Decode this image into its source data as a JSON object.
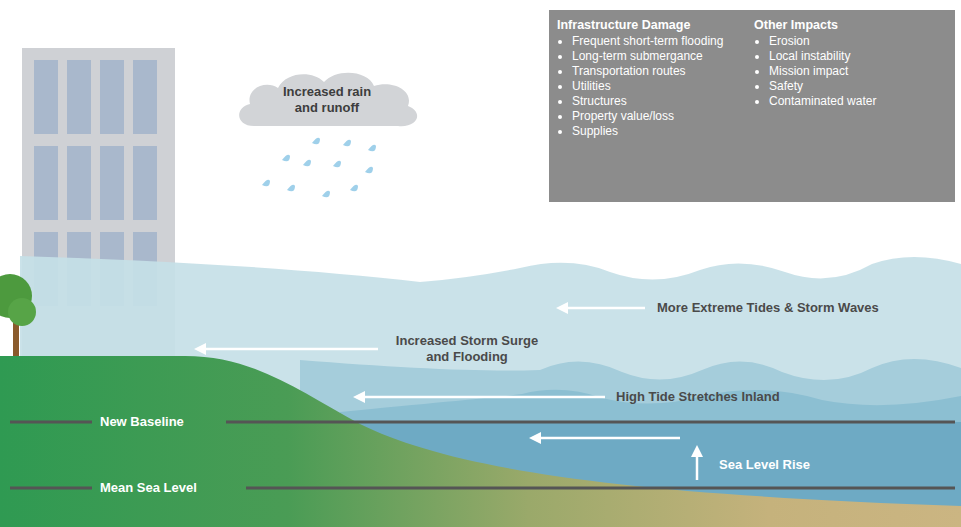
{
  "diagram": {
    "nodes": [
      {
        "text": [
          "Increased rain and runoff"
        ]
      },
      {
        "text": [
          "Infrastructure Damage",
          "Frequent short-term flooding",
          "Long-term submergance",
          "Transportation routes",
          "Utilities",
          "Structures",
          "Property value/loss",
          "Supplies",
          "Other Impacts",
          "Erosion",
          "Local instability",
          "Mission impact",
          "Safety",
          "Contaminated water"
        ]
      }
    ],
    "labels": [
      "More Extreme Tides & Storm Waves",
      "Increased Storm Surge and Flooding",
      "High Tide Stretches Inland",
      "New Baseline",
      "Sea Level Rise",
      "Mean Sea Level"
    ]
  }
}
